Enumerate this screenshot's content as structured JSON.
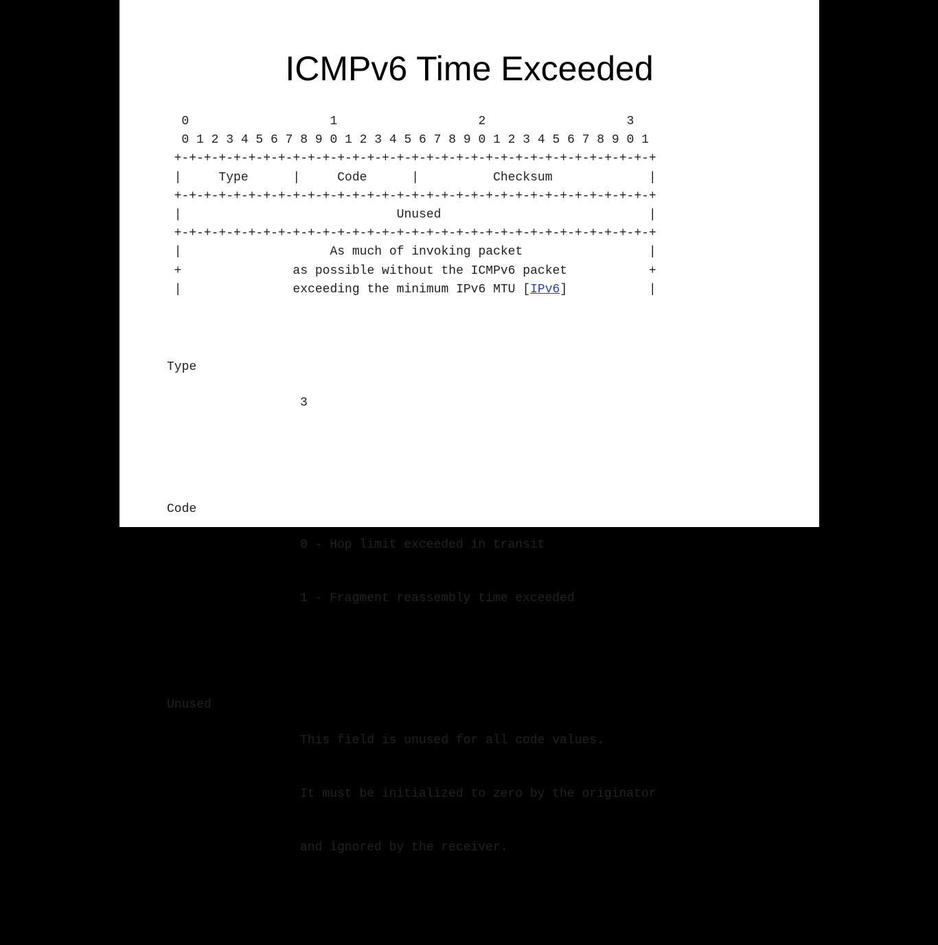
{
  "slide": {
    "title": "ICMPv6 Time Exceeded"
  },
  "packet_diagram": {
    "bit_tens": "   0                   1                   2                   3",
    "bit_units": "   0 1 2 3 4 5 6 7 8 9 0 1 2 3 4 5 6 7 8 9 0 1 2 3 4 5 6 7 8 9 0 1",
    "rule_1": "  +-+-+-+-+-+-+-+-+-+-+-+-+-+-+-+-+-+-+-+-+-+-+-+-+-+-+-+-+-+-+-+-+",
    "row_fields": "  |     Type      |     Code      |          Checksum             |",
    "rule_2": "  +-+-+-+-+-+-+-+-+-+-+-+-+-+-+-+-+-+-+-+-+-+-+-+-+-+-+-+-+-+-+-+-+",
    "row_unused": "  |                             Unused                            |",
    "rule_3": "  +-+-+-+-+-+-+-+-+-+-+-+-+-+-+-+-+-+-+-+-+-+-+-+-+-+-+-+-+-+-+-+-+",
    "body_1": "  |                    As much of invoking packet                 |",
    "body_2": "  +               as possible without the ICMPv6 packet           +",
    "body_3_prefix": "  |               exceeding the minimum IPv6 MTU [",
    "body_3_link": "IPv6",
    "body_3_suffix": "]           |"
  },
  "definitions": [
    {
      "term": "Type",
      "lines": [
        "3"
      ]
    },
    {
      "term": "Code",
      "lines": [
        "0 - Hop limit exceeded in transit",
        "1 - Fragment reassembly time exceeded"
      ]
    },
    {
      "term": "Unused",
      "lines": [
        "This field is unused for all code values.",
        "It must be initialized to zero by the originator",
        "and ignored by the receiver."
      ]
    }
  ],
  "colors": {
    "background": "#000000",
    "slide": "#ffffff",
    "link": "#2a3fd0",
    "text": "#222222"
  }
}
